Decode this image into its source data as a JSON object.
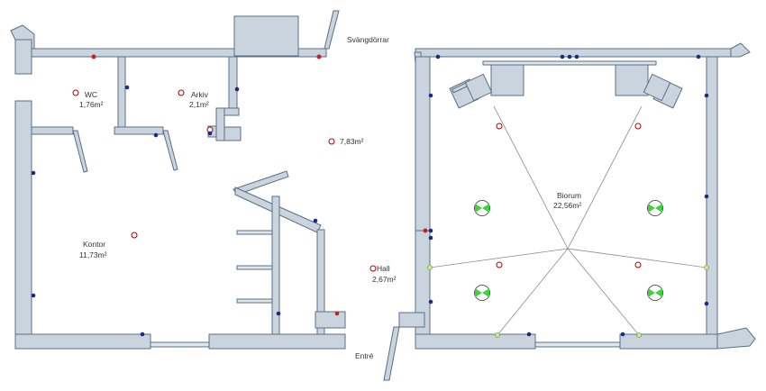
{
  "rooms": {
    "wc": {
      "name": "WC",
      "area": "1,76m²"
    },
    "arkiv": {
      "name": "Arkiv",
      "area": "2,1m²"
    },
    "hallway": {
      "area": "7,83m²"
    },
    "kontor": {
      "name": "Kontor",
      "area": "11,73m²"
    },
    "hall": {
      "name": "Hall",
      "area": "2,67m²"
    },
    "biorum": {
      "name": "Biorum",
      "area": "22,56m²"
    }
  },
  "labels": {
    "svangdorrar": "Svängdörrar",
    "entre": "Entré"
  },
  "colors": {
    "wall_fill": "#c9d4df",
    "wall_stroke": "#5d6e80",
    "speaker_green": "#3ed23e",
    "marker_red": "#c82020",
    "marker_blue": "#1a2a8a"
  },
  "icons": [
    "room-marker-icon",
    "speaker-icon",
    "outlet-icon"
  ]
}
